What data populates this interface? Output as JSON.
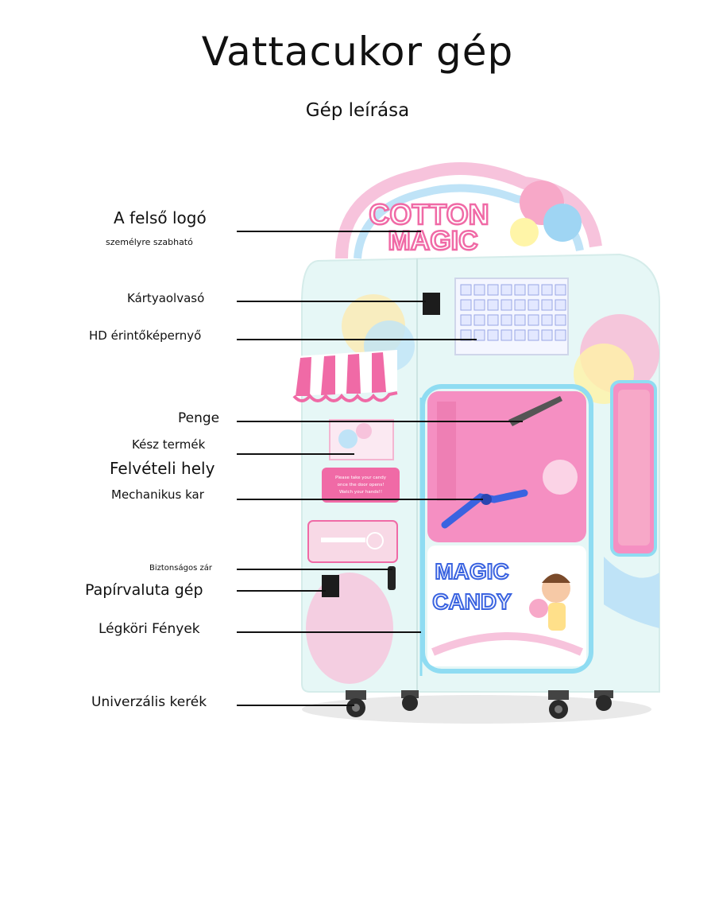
{
  "header": {
    "title": "Vattacukor gép",
    "subtitle": "Gép leírása"
  },
  "labels": [
    {
      "text": "A felső logó"
    },
    {
      "text": "személyre szabható"
    },
    {
      "text": "Kártyaolvasó"
    },
    {
      "text": "HD érintőképernyő"
    },
    {
      "text": "Penge"
    },
    {
      "text": "Kész termék"
    },
    {
      "text": "Felvételi hely"
    },
    {
      "text": "Mechanikus kar"
    },
    {
      "text": "Biztonságos zár"
    },
    {
      "text": "Papírvaluta gép"
    },
    {
      "text": "Légköri Fények"
    },
    {
      "text": "Univerzális kerék"
    }
  ],
  "machine": {
    "logo_line1": "COTTON",
    "logo_line2": "MAGIC",
    "front_line1": "MAGIC",
    "front_line2": "CANDY",
    "notice_text": "Please take your candy once the door opens! Watch your hands!!",
    "colors": {
      "body": "#e6f7f6",
      "pink": "#f06aa6",
      "window": "#f58fc2",
      "accent_blue": "#3a63e0",
      "logo_pink": "#f7a8c8"
    }
  }
}
